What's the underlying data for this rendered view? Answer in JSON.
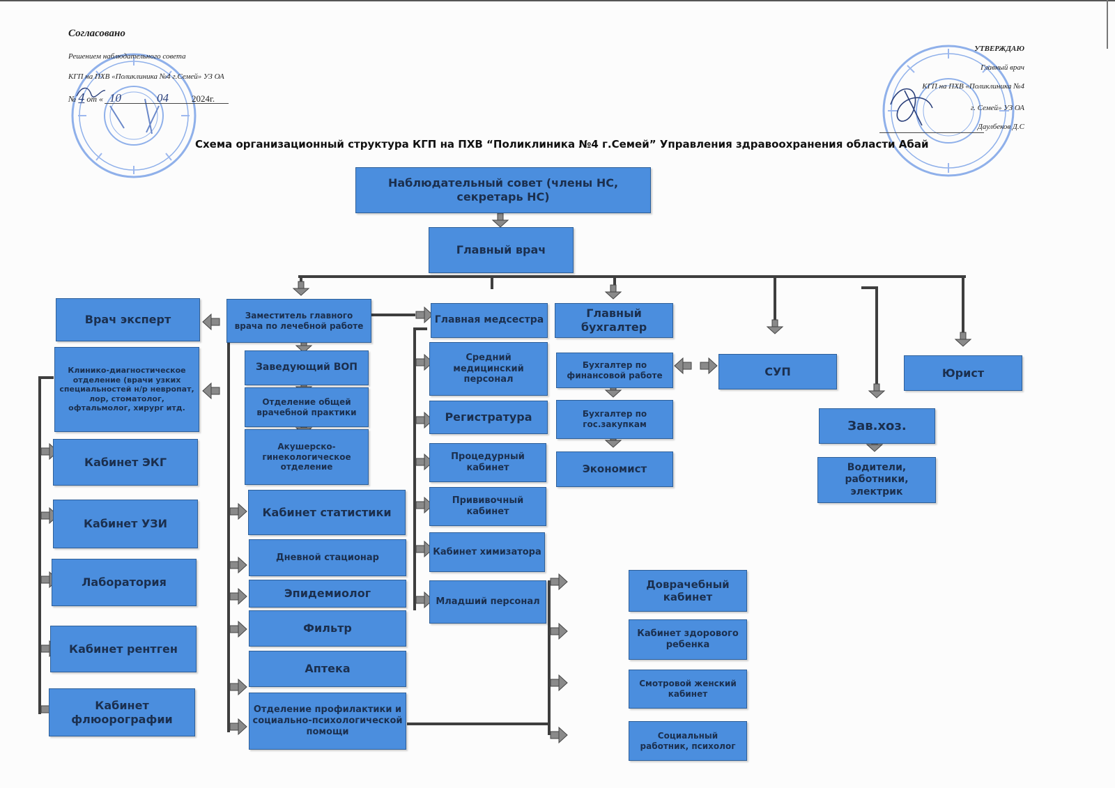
{
  "header": {
    "left": {
      "title": "Согласовано",
      "line1": "Решением наблюдательного совета",
      "line2": "КГП на ПХВ «Поликлиника №4 г.Семей» УЗ ОА",
      "num_prefix": "№",
      "number": "4",
      "from": "от «",
      "day": "10",
      "month": "04",
      "year": "2024г."
    },
    "right": {
      "title": "УТВЕРЖДАЮ",
      "role": "Главный врач",
      "org1": "КГП на ПХВ «Поликлиника №4",
      "org2": "г. Семей» УЗ ОА",
      "name": "Даулбеков Д.С"
    }
  },
  "title": "Схема организационный структура КГП на ПХВ “Поликлиника №4 г.Семей” Управления здравоохранения области Абай",
  "boxes": {
    "council": "Наблюдательный совет (члены НС, секретарь НС)",
    "chief": "Главный врач",
    "expert": "Врач эксперт",
    "deputy": "Заместитель главного врача по лечебной работе",
    "clinic": "Клинико-диагностическое отделение (врачи узких специальностей н/р невропат, лор, стоматолог, офтальмолог, хирург итд.",
    "ekg": "Кабинет ЭКГ",
    "uzi": "Кабинет УЗИ",
    "lab": "Лаборатория",
    "xray": "Кабинет рентген",
    "fluoro": "Кабинет флюорографии",
    "vop_head": "Заведующий ВОП",
    "general_practice": "Отделение общей врачебной практики",
    "obgyn": "Акушерско-гинекологическое отделение",
    "stats": "Кабинет статистики",
    "day_hosp": "Дневной стационар",
    "epidem": "Эпидемиолог",
    "filter": "Фильтр",
    "pharmacy": "Аптека",
    "prevention": "Отделение профилактики и социально-психологической помощи",
    "head_nurse": "Главная медсестра",
    "mid_staff": "Средний медицинский персонал",
    "registry": "Регистратура",
    "procedure": "Процедурный кабинет",
    "vaccination": "Прививочный кабинет",
    "chemo": "Кабинет химизатора",
    "junior": "Младший персонал",
    "chief_acc": "Главный бухгалтер",
    "fin_acc": "Бухгалтер по финансовой работе",
    "proc_acc": "Бухгалтер по гос.закупкам",
    "economist": "Экономист",
    "sup": "СУП",
    "lawyer": "Юрист",
    "zavhoz": "Зав.хоз.",
    "workers": "Водители, работники, электрик",
    "predoctor": "Доврачебный кабинет",
    "healthy_child": "Кабинет здорового ребенка",
    "womens": "Смотровой женский кабинет",
    "social": "Социальный работник, психолог"
  },
  "colors": {
    "box": "#4b8ede",
    "border": "#2e5f98",
    "text": "#1b2f4e",
    "line": "#3e3e3e",
    "arrow": "#8a8a8a",
    "stamp": "#7f9fe0"
  }
}
